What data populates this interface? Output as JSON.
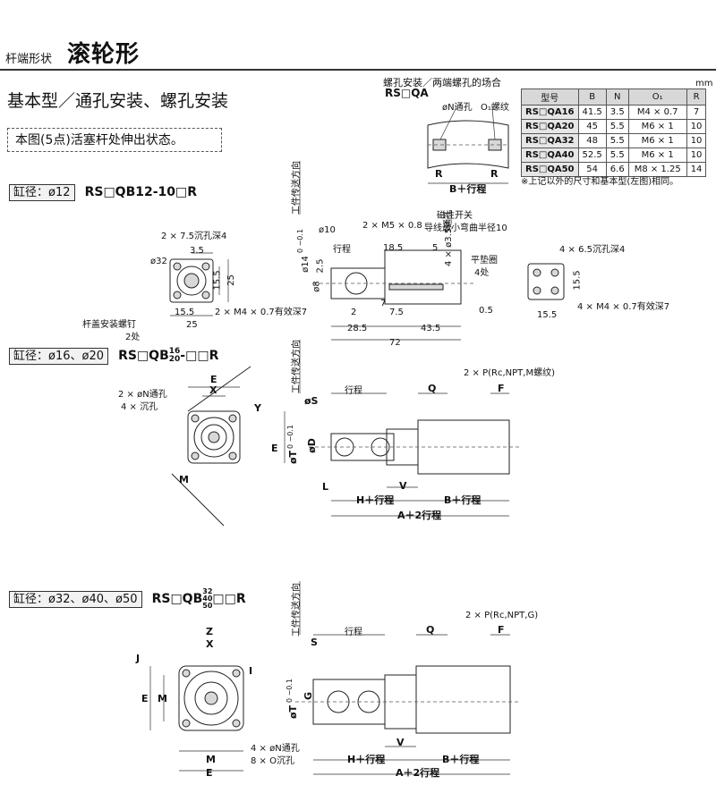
{
  "header": {
    "small": "杆端形状",
    "big": "滚轮形"
  },
  "subtitle": "基本型／通孔安装、螺孔安装",
  "note": "本图(5点)活塞杆处伸出状态。",
  "tapped": {
    "title": "螺孔安装／两端螺孔的场合",
    "model": "RS□QA",
    "n_label": "øN通孔",
    "o_label": "O₁螺纹",
    "b_label": "B＋行程",
    "r_label": "R"
  },
  "table": {
    "unit": "mm",
    "headers": [
      "型号",
      "B",
      "N",
      "O₁",
      "R"
    ],
    "rows": [
      [
        "RS□QA16",
        "41.5",
        "3.5",
        "M4 × 0.7",
        "7"
      ],
      [
        "RS□QA20",
        "45",
        "5.5",
        "M6 × 1",
        "10"
      ],
      [
        "RS□QA32",
        "48",
        "5.5",
        "M6 × 1",
        "10"
      ],
      [
        "RS□QA40",
        "52.5",
        "5.5",
        "M6 × 1",
        "10"
      ],
      [
        "RS□QA50",
        "54",
        "6.6",
        "M8 × 1.25",
        "14"
      ]
    ],
    "footnote": "※上记以外的尺寸和基本型(左图)相同。"
  },
  "sec1": {
    "bore": "缸径：ø12",
    "model": "RS□QB12-10□R",
    "workpiece": "工件传送方向",
    "labels": {
      "counterbore": "2 × 7.5沉孔深4",
      "d35": "3.5",
      "d32": "ø32",
      "d155": "15.5",
      "d25": "25",
      "d155b": "15.5",
      "d25b": "25",
      "m4": "2 × M4 × 0.7有效深7",
      "screw": "杆盖安装螺钉",
      "screw2": "2处",
      "phi10": "ø10",
      "m5": "2 × M5 × 0.8",
      "stroke": "行程",
      "phi14": "ø14",
      "tol14": "0 −0.1",
      "d25v": "2.5",
      "phi8": "ø8",
      "d185": "18.5",
      "d5": "5",
      "holes": "4 × ø3.5通孔",
      "switch": "磁性开关",
      "radius": "导线最小弯曲半径10",
      "washer": "平垫圈",
      "washer2": "4处",
      "d2": "2",
      "d7": "7",
      "d75": "7.5",
      "d05": "0.5",
      "d285": "28.5",
      "d435": "43.5",
      "d72": "72",
      "cb2": "4 × 6.5沉孔深4",
      "d155c": "15.5",
      "m4b": "4 × M4 × 0.7有效深7",
      "d155d": "15.5"
    }
  },
  "sec2": {
    "bore": "缸径：ø16、ø20",
    "model_pre": "RS□QB",
    "model_up": "16",
    "model_dn": "20",
    "model_post": "-□□R",
    "workpiece": "工件传送方向",
    "labels": {
      "e": "E",
      "x": "X",
      "n": "2 × øN通孔",
      "n2": "4 × 沉孔",
      "y": "Y",
      "e2": "E",
      "m": "M",
      "s": "øS",
      "stroke": "行程",
      "q": "Q",
      "p": "2 × P(Rc,NPT,M螺纹)",
      "f": "F",
      "d": "øD",
      "t": "øT",
      "tol": "0 −0.1",
      "l": "L",
      "v": "V",
      "h": "H＋行程",
      "b": "B＋行程",
      "a": "A＋2行程"
    }
  },
  "sec3": {
    "bore": "缸径：ø32、ø40、ø50",
    "model_pre": "RS□QB",
    "model_a": "32",
    "model_b": "40",
    "model_c": "50",
    "model_post": "□□R",
    "workpiece": "工件传送方向",
    "labels": {
      "z": "Z",
      "x": "X",
      "j": "J",
      "e": "E",
      "m": "M",
      "i": "I",
      "n": "4 × øN通孔",
      "o": "8 × O沉孔",
      "m2": "M",
      "e2": "E",
      "s": "S",
      "stroke": "行程",
      "q": "Q",
      "p": "2 × P(Rc,NPT,G)",
      "f": "F",
      "t": "øT",
      "tol": "0 −0.1",
      "g": "G",
      "v": "V",
      "h": "H＋行程",
      "b": "B＋行程",
      "a": "A＋2行程"
    }
  }
}
